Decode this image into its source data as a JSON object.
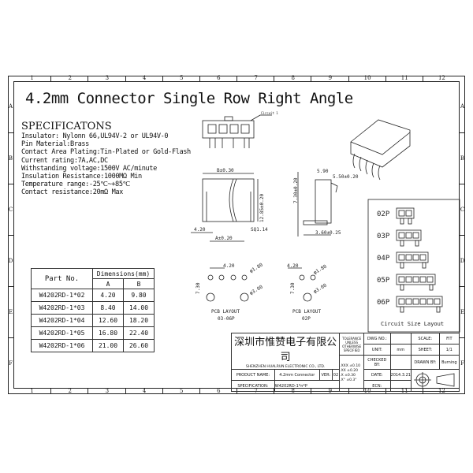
{
  "ruler": {
    "cols": [
      "1",
      "2",
      "3",
      "4",
      "5",
      "6",
      "7",
      "8",
      "9",
      "10",
      "11",
      "12"
    ],
    "rows": [
      "A",
      "B",
      "C",
      "D",
      "E",
      "F"
    ]
  },
  "title": "4.2mm Connector Single Row Right Angle",
  "specs": {
    "heading": "SPECIFICATONS",
    "lines": [
      "Insulator: Nylonn 66,UL94V-2 or UL94V-0",
      "Pin Material:Brass",
      "Contact Area Plating:Tin-Plated or Gold-Flash",
      "Current rating:7A,AC,DC",
      "Withstanding voltage:1500V AC/minute",
      "Insulation Resistance:1000MΩ  Min",
      "Temperature range:-25℃~+85℃",
      "Contact resistance:20mΩ  Max"
    ]
  },
  "dim_table": {
    "part_header": "Part No.",
    "dim_header": "Dimensions(mm)",
    "col_a": "A",
    "col_b": "B",
    "rows": [
      [
        "W4202RD-1*02",
        "4.20",
        "9.80"
      ],
      [
        "W4202RD-1*03",
        "8.40",
        "14.00"
      ],
      [
        "W4202RD-1*04",
        "12.60",
        "18.20"
      ],
      [
        "W4202RD-1*05",
        "16.80",
        "22.40"
      ],
      [
        "W4202RD-1*06",
        "21.00",
        "26.60"
      ]
    ]
  },
  "drawing": {
    "circuit1": "Circuit 1",
    "b_dim": "B±0.30",
    "h_dim": "12.85±0.20",
    "pitch": "4.20",
    "a_dim": "A±0.20",
    "sq": "SQ1.14",
    "side_h": "7.30±0.20",
    "side_w1": "5.90",
    "side_w2": "5.50±0.20",
    "side_b": "3.60±0.25",
    "pcb1": {
      "pitch": "4.20",
      "row": "7.30",
      "d1": "φ1.80",
      "d2": "φ3.00",
      "label1": "PCB LAYOUT",
      "label2": "03-06P"
    },
    "pcb2": {
      "pitch": "4.20",
      "row": "7.30",
      "d1": "φ1.80",
      "d2": "φ3.00",
      "label1": "PCB LAYOUT",
      "label2": "02P"
    }
  },
  "circuit_layout": {
    "items": [
      "02P",
      "03P",
      "04P",
      "05P",
      "06P"
    ],
    "caption": "Circuit Size Layout"
  },
  "title_block": {
    "company_cn": "深圳市惟赞电子有限公司",
    "company_en": "SHENZHEN HUALRUN ELECTRONIC CO., LTD.",
    "tolerance_note": "TOLERANCE UNLESS OTHERWISE SPECIFIED",
    "tolerances": [
      ".XXX ±0.10",
      ".XX  ±0.20",
      ".X   ±0.30",
      ".X°  ±0.3°"
    ],
    "product_name_label": "PRODUCT NAME:",
    "product_name": "4.2mm Connector",
    "ver_label": "VER:",
    "ver": "02",
    "spec_label": "SPECIFICATION:",
    "spec": "W4202RD-1*n*P",
    "dwg_label": "DWG NO.:",
    "dwg": "",
    "unit_label": "UNIT:",
    "unit": "mm",
    "checked_label": "CHECKED BY:",
    "checked": "",
    "date_label": "DATE:",
    "date": "2014.3.21",
    "ecn_label": "ECN:",
    "ecn": "",
    "scale_label": "SCALE:",
    "scale": "FIT",
    "sheet_label": "SHEET:",
    "sheet": "1/1",
    "drawn_label": "DRAWN BY:",
    "drawn": "Burning"
  }
}
